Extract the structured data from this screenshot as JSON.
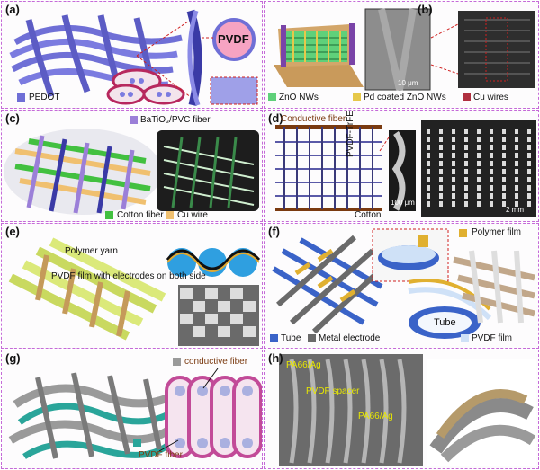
{
  "panels": {
    "a": {
      "label": "(a)",
      "circle_text": "PVDF",
      "legend": "PEDOT"
    },
    "b": {
      "label": "(b)",
      "scale": "10 μm",
      "legend": [
        "ZnO NWs",
        "Pd coated ZnO NWs",
        "Cu wires"
      ]
    },
    "c": {
      "label": "(c)",
      "fiber_title": "BaTiO₃/PVC fiber",
      "legend": [
        "Cotton fiber",
        "Cu wire"
      ]
    },
    "d": {
      "label": "(d)",
      "top_text": "Conductive fiber",
      "side_text": "PVDF-TrFE fiber",
      "bottom_text": "Cotton",
      "scale_a": "100 μm",
      "scale_b": "2 mm"
    },
    "e": {
      "label": "(e)",
      "yarn": "Polymer yarn",
      "film": "PVDF film with electrodes on both side"
    },
    "f": {
      "label": "(f)",
      "film": "Polymer film",
      "tube_text": "Tube",
      "legend": [
        "Tube",
        "Metal electrode",
        "PVDF film"
      ]
    },
    "g": {
      "label": "(g)",
      "conductive": "conductive fiber",
      "pvdf": "PVDF fiber"
    },
    "h": {
      "label": "(h)",
      "top": "PA66/Ag",
      "mid": "PVDF spacer",
      "bottom": "PA66/Ag"
    }
  },
  "colors": {
    "pedot": "#6f6fd6",
    "zno": "#5fd07a",
    "pd": "#e6c84a",
    "cu": "#b03040",
    "batio3": "#9b7fd8",
    "cotton": "#42c040",
    "cuwire": "#f0c070",
    "tube": "#3a63c8",
    "metal": "#6a6a6a",
    "pvdf_film": "#cfe1f7",
    "polymer_film": "#e0b030",
    "conductive_fiber": "#9a9a9a",
    "pvdf_fiber": "#2aa59a",
    "border": "#c56ad8"
  }
}
